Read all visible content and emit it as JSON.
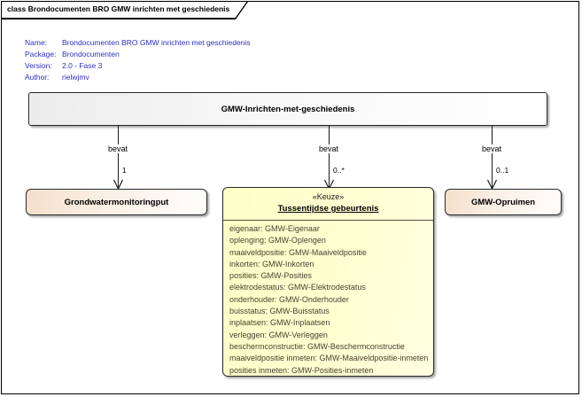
{
  "frame": {
    "title": "class Brondocumenten BRO GMW inrichten met geschiedenis"
  },
  "metadata": {
    "rows": [
      {
        "label": "Name:",
        "value": "Brondocumenten BRO GMW inrichten met geschiedenis"
      },
      {
        "label": "Package:",
        "value": "Brondocumenten"
      },
      {
        "label": "Version:",
        "value": "2.0 - Fase 3"
      },
      {
        "label": "Author:",
        "value": "rielwjmv"
      }
    ]
  },
  "root_class": {
    "name": "GMW-Inrichten-met-geschiedenis"
  },
  "relations": [
    {
      "label": "bevat",
      "multiplicity": "1",
      "target": "Grondwatermonitoringput"
    },
    {
      "label": "bevat",
      "multiplicity": "0..*",
      "target": "Tussentijdse gebeurtenis"
    },
    {
      "label": "bevat",
      "multiplicity": "0..1",
      "target": "GMW-Opruimen"
    }
  ],
  "put_class": {
    "name": "Grondwatermonitoringput"
  },
  "choice": {
    "stereotype": "«Keuze»",
    "name": "Tussentijdse gebeurtenis",
    "attributes": [
      "eigenaar: GMW-Eigenaar",
      "oplenging: GMW-Oplengen",
      "maaiveldpositie: GMW-Maaiveldpositie",
      "inkorten: GMW-Inkorten",
      "posities: GMW-Posities",
      "elektrodestatus: GMW-Elektrodestatus",
      "onderhouder: GMW-Onderhouder",
      "buisstatus: GMW-Buisstatus",
      "inplaatsen: GMW-Inplaatsen",
      "verleggen: GMW-Verleggen",
      "beschermconstructie: GMW-Beschermconstructie",
      "maaiveldpositie inmeten: GMW-Maaiveldpositie-inmeten",
      "posities inmeten: GMW-Posities-inmeten"
    ]
  },
  "opruimen_class": {
    "name": "GMW-Opruimen"
  },
  "colors": {
    "metadata_text": "#2e2ec4",
    "yellow_fill": "#feffc8",
    "peach_fill": "#f6dfcc",
    "gray_fill": "#ececec",
    "attribute_text": "#4a4130",
    "border": "#2a2a2a"
  }
}
